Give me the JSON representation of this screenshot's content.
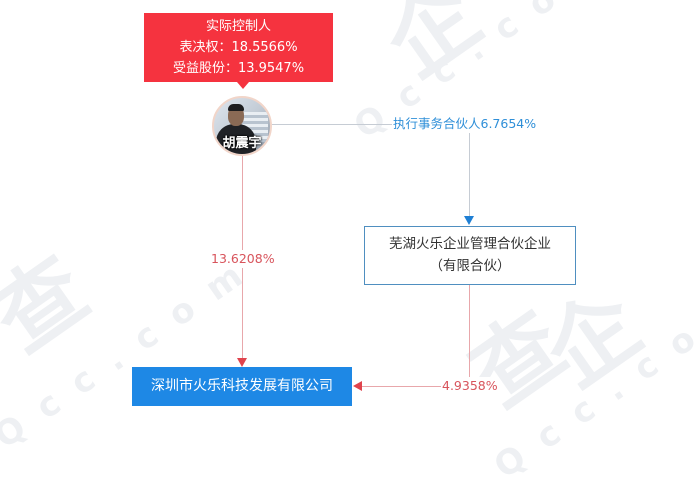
{
  "watermark": {
    "brand_glyphs": [
      "企",
      "查",
      "查"
    ],
    "domain_text": "Qcc.com"
  },
  "controller": {
    "title": "实际控制人",
    "voting_label": "表决权：18.5566%",
    "benefit_label": "受益股份：13.9547%",
    "color": "#f5333f"
  },
  "person": {
    "name": "胡震宇",
    "avatar_icon": "person-photo"
  },
  "edges": {
    "person_to_partnership": {
      "label": "执行事务合伙人6.7654%",
      "color": "#2f8fd8"
    },
    "person_to_company": {
      "label": "13.6208%",
      "color": "#d8545c"
    },
    "partnership_to_company": {
      "label": "4.9358%",
      "color": "#d8545c"
    }
  },
  "partnership": {
    "name_line1": "芜湖火乐企业管理合伙企业",
    "name_line2": "（有限合伙）",
    "border_color": "#4f8fc0"
  },
  "company": {
    "name": "深圳市火乐科技发展有限公司",
    "color": "#1e88e5"
  }
}
